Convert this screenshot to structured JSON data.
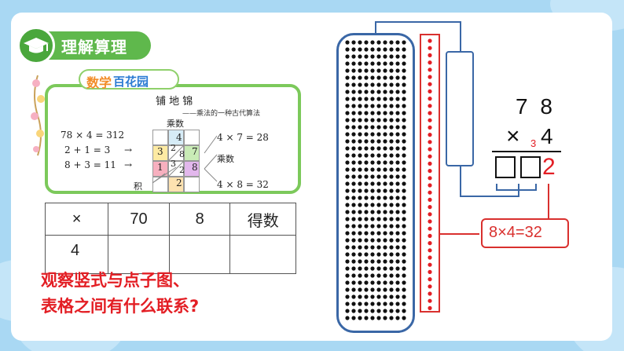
{
  "header": {
    "title": "理解算理"
  },
  "garden": {
    "tag_part1": "数学",
    "tag_part2": "百花园",
    "title": "铺 地 锦",
    "subtitle": "——乘法的一种古代算法",
    "eq1": "78 × 4 = 312",
    "eq2": "2 + 1 = 3",
    "eq3": "8 + 3 = 11",
    "arrow": "→",
    "multiplicand_label": "乘数",
    "multiplier_label": "乘数",
    "product_label": "积",
    "rhs1": "4 × 7 = 28",
    "rhs2": "4 × 8 = 32",
    "grid": {
      "top": "4",
      "r1c0": "3",
      "r1c1a": "2",
      "r1c1b": "8",
      "r1c2": "7",
      "r2c0": "1",
      "r2c1a": "3",
      "r2c1b": "2",
      "r2c2": "8",
      "bottom": "2"
    }
  },
  "product_table": {
    "headers": [
      "×",
      "70",
      "8",
      "得数"
    ],
    "row": [
      "4",
      "",
      "",
      ""
    ]
  },
  "question": {
    "line1": "观察竖式与点子图、",
    "line2": "表格之间有什么联系?"
  },
  "vertical_calc": {
    "top_digits": "7 8",
    "operator": "×",
    "multiplier": "4",
    "carry": "3",
    "result_digit": "2",
    "equation": "8×4=32"
  },
  "colors": {
    "accent_red": "#e31e24",
    "green": "#5fb84c",
    "blue_frame": "#3a67a6"
  }
}
